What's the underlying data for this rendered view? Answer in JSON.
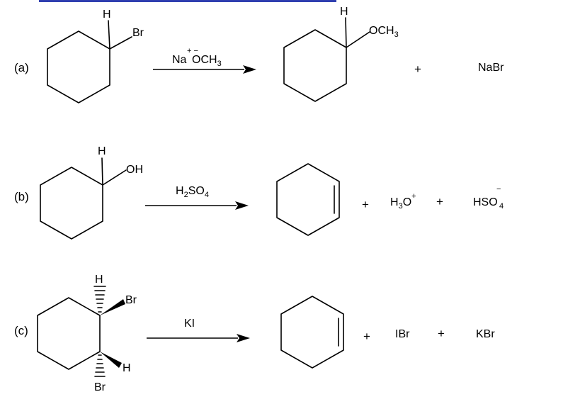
{
  "reactions": [
    {
      "label": "(a)",
      "reactant": {
        "h": "H",
        "sub": "Br"
      },
      "reagent": {
        "main": "Na",
        "charges": "+ −",
        "anion": "OCH",
        "anion_sub": "3"
      },
      "product": {
        "h": "H",
        "sub_main": "OCH",
        "sub_sub": "3"
      },
      "plus1": "+",
      "byproduct1": "NaBr"
    },
    {
      "label": "(b)",
      "reactant": {
        "h": "H",
        "sub": "OH"
      },
      "reagent": {
        "p1": "H",
        "s1": "2",
        "p2": "SO",
        "s2": "4"
      },
      "plus1": "+",
      "byproduct1": {
        "main": "H",
        "sub": "3",
        "main2": "O",
        "sup": "+"
      },
      "plus2": "+",
      "byproduct2": {
        "main": "HSO",
        "sup": "−",
        "sub": "4"
      }
    },
    {
      "label": "(c)",
      "reactant": {
        "h_top": "H",
        "br_top": "Br",
        "h_bottom": "H",
        "br_bottom": "Br"
      },
      "reagent": "KI",
      "plus1": "+",
      "byproduct1": "IBr",
      "plus2": "+",
      "byproduct2": "KBr"
    }
  ]
}
